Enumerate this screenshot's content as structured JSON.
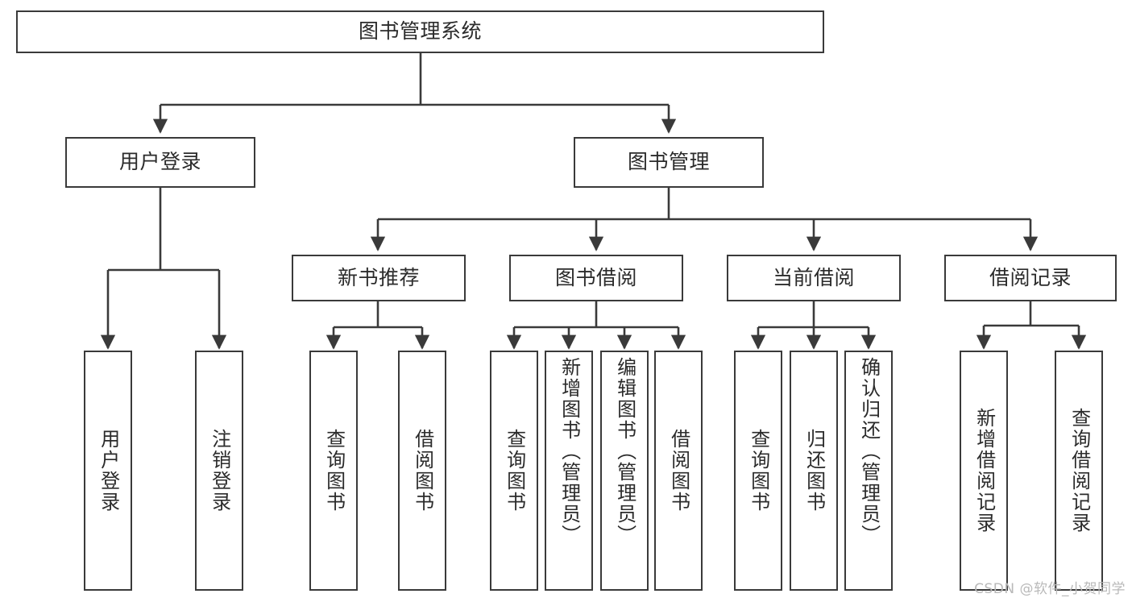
{
  "diagram": {
    "title": "图书管理系统",
    "type": "tree-hierarchy-chart",
    "watermark": "CSDN @软件_小贺同学",
    "stroke_color": "#3a3a3a",
    "fill_color": "#ffffff",
    "text_color": "#2b2b2b",
    "watermark_color": "#b9b9b9"
  },
  "nodes": {
    "root": {
      "label": "图书管理系统"
    },
    "level2": [
      {
        "label": "用户登录"
      },
      {
        "label": "图书管理"
      }
    ],
    "level3": [
      {
        "label": "新书推荐"
      },
      {
        "label": "图书借阅"
      },
      {
        "label": "当前借阅"
      },
      {
        "label": "借阅记录"
      }
    ],
    "leaves": {
      "user_login": [
        {
          "label": "用户登录"
        },
        {
          "label": "注销登录"
        }
      ],
      "new_book_recommend": [
        {
          "label": "查询图书"
        },
        {
          "label": "借阅图书"
        }
      ],
      "book_borrow": [
        {
          "label": "查询图书"
        },
        {
          "label": "新增图书（管理员）"
        },
        {
          "label": "编辑图书（管理员）"
        },
        {
          "label": "借阅图书"
        }
      ],
      "current_borrow": [
        {
          "label": "查询图书"
        },
        {
          "label": "归还图书"
        },
        {
          "label": "确认归还（管理员）"
        }
      ],
      "borrow_record": [
        {
          "label": "新增借阅记录"
        },
        {
          "label": "查询借阅记录"
        }
      ]
    }
  }
}
